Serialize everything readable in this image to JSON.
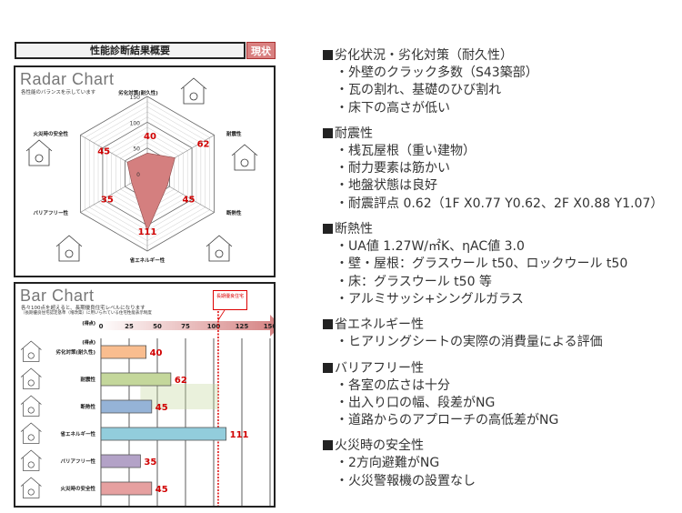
{
  "header": {
    "title": "性能診断結果概要",
    "status_badge": "現状"
  },
  "radar_panel": {
    "title": "Radar Chart",
    "subtitle": "各性能のバランスを示しています"
  },
  "bar_panel": {
    "title": "Bar Chart",
    "subtitle1": "各々100点を超えると、長期優良住宅レベルになります",
    "subtitle2": "（長期優良住宅認定基準（増改築）に用いられている住宅性能表示制度",
    "callout": "長期優良住宅",
    "score_label": "(得点)"
  },
  "chart_data": {
    "type": "radar+bar",
    "categories": [
      "劣化対策(耐久性)",
      "耐震性",
      "断熱性",
      "省エネルギー性",
      "バリアフリー性",
      "火災時の安全性"
    ],
    "values": [
      40,
      62,
      45,
      111,
      35,
      45
    ],
    "radar_ticks": [
      0,
      50,
      100,
      150
    ],
    "radar_max": 150,
    "bar_ticks": [
      0,
      25,
      50,
      75,
      100,
      125,
      150
    ],
    "bar_xlim": [
      0,
      150
    ],
    "threshold": 104,
    "bar_colors": [
      "#f9bd8f",
      "#c4d79b",
      "#95b3d7",
      "#92cddc",
      "#b3a2c7",
      "#e6a0a0"
    ],
    "radar_fill": "#d47f7f",
    "value_label_color": "#d00000"
  },
  "notes": [
    {
      "heading": "劣化状況・劣化対策（耐久性）",
      "items": [
        "・外壁のクラック多数（S43築部）",
        "・瓦の割れ、基礎のひび割れ",
        "・床下の高さが低い"
      ]
    },
    {
      "heading": "耐震性",
      "items": [
        "・桟瓦屋根（重い建物）",
        "・耐力要素は筋かい",
        "・地盤状態は良好",
        "・耐震評点 0.62（1F X0.77 Y0.62、2F X0.88 Y1.07）"
      ]
    },
    {
      "heading": "断熱性",
      "items": [
        "・UA値 1.27W/㎡K、ηAC値 3.0",
        "・壁・屋根：グラスウール t50、ロックウール t50",
        "・床：グラスウール t50 等",
        "・アルミサッシ+シングルガラス"
      ]
    },
    {
      "heading": "省エネルギー性",
      "items": [
        "・ヒアリングシートの実際の消費量による評価"
      ]
    },
    {
      "heading": "バリアフリー性",
      "items": [
        "・各室の広さは十分",
        "・出入り口の幅、段差がNG",
        "・道路からのアプローチの高低差がNG"
      ]
    },
    {
      "heading": "火災時の安全性",
      "items": [
        "・2方向避難がNG",
        "・火災警報機の設置なし"
      ]
    }
  ]
}
